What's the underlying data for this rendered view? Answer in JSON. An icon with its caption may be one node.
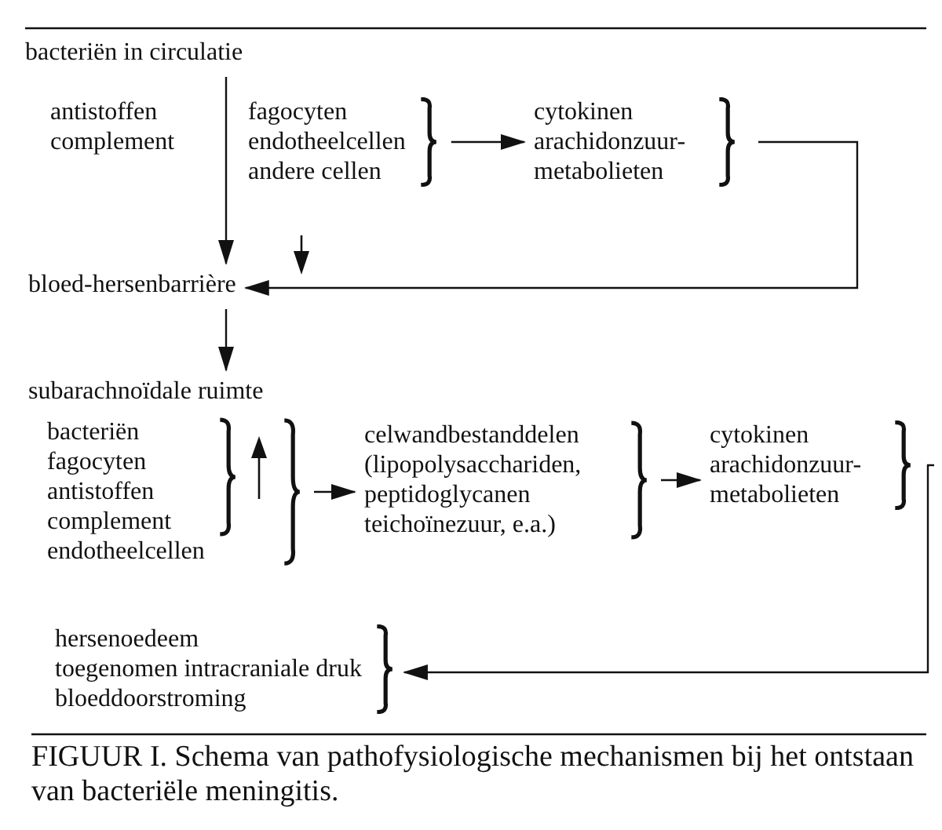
{
  "diagram": {
    "caption": "FIGUUR I. Schema van pathofysiologische mechanismen bij het ontstaan van bacteriële meningitis.",
    "nodes": [
      {
        "text": [
          "bacteriën in circulatie"
        ]
      },
      {
        "text": [
          "fagocyten",
          "endotheelcellen",
          "andere cellen"
        ]
      },
      {
        "text": [
          "cytokinen",
          "arachidonzuur-metabolieten"
        ]
      },
      {
        "text": [
          "bloed-hersenbarrière"
        ]
      },
      {
        "text": [
          "subarachnoïdale ruimte"
        ]
      },
      {
        "text": [
          "endotheelcellen"
        ]
      },
      {
        "text": [
          "bacteriën",
          "fagocyten",
          "antistoffen",
          "complement"
        ],
        "in": 5
      },
      {
        "text": [
          "celwandbestanddelen",
          "(lipopolysacchariden, peptidoglycanen teichoïnezuur, e.a.)"
        ]
      },
      {
        "text": [
          "cytokinen",
          "arachidonzuur-metabolieten"
        ]
      },
      {
        "text": [
          "hersenoedeem",
          "toegenomen intracraniale druk",
          "bloeddoorstroming"
        ]
      }
    ],
    "edges": [
      {
        "from": 0,
        "to": 3,
        "arrow": "to"
      },
      {
        "from": 1,
        "to": 2,
        "arrow": "to"
      },
      {
        "from": 2,
        "to": 3,
        "arrow": "to"
      },
      {
        "from": 3,
        "to": 4,
        "arrow": "to"
      },
      {
        "from": 5,
        "to": 7,
        "arrow": "to"
      },
      {
        "from": 7,
        "to": 8,
        "arrow": "to"
      },
      {
        "from": 8,
        "to": 9,
        "arrow": "to"
      }
    ],
    "labels": [
      "antistoffen",
      "complement"
    ]
  }
}
